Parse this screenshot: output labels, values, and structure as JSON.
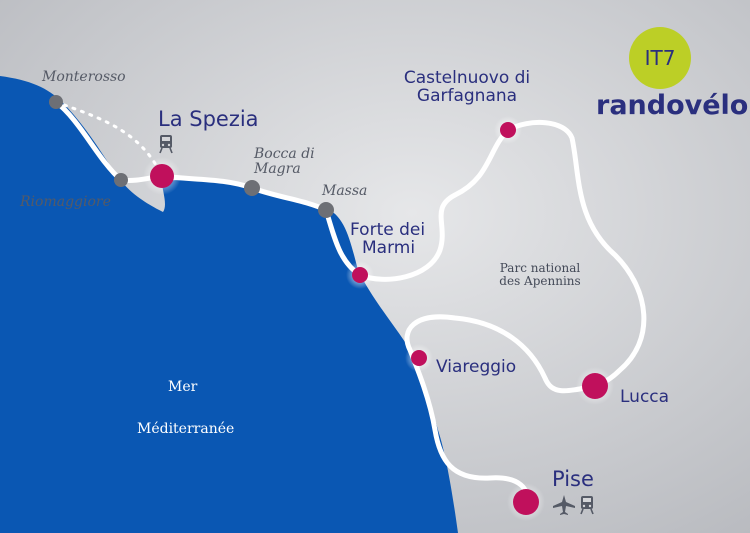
{
  "badge": {
    "code": "IT7",
    "color": "#bccf26"
  },
  "brand": "randovélo",
  "colors": {
    "sea": "#0a57b3",
    "land": "#d5d6d9",
    "route": "#ffffff",
    "major_stop": "#c0105c",
    "minor_stop": "#6d6f75",
    "text": "#2a2f7e"
  },
  "places": {
    "monterosso": "Monterosso",
    "riomaggiore": "Riomaggiore",
    "la_spezia": "La Spezia",
    "bocca_di_magra_1": "Bocca di",
    "bocca_di_magra_2": "Magra",
    "massa": "Massa",
    "forte_dei_marmi_1": "Forte dei",
    "forte_dei_marmi_2": "Marmi",
    "castelnuovo_1": "Castelnuovo di",
    "castelnuovo_2": "Garfagnana",
    "viareggio": "Viareggio",
    "lucca": "Lucca",
    "pise": "Pise"
  },
  "park": {
    "line1": "Parc national",
    "line2": "des Apennins"
  },
  "sea": {
    "line1": "Mer",
    "line2": "Méditerranée"
  },
  "icons": {
    "la_spezia": [
      "train-icon"
    ],
    "pise": [
      "plane-icon",
      "train-icon"
    ]
  }
}
